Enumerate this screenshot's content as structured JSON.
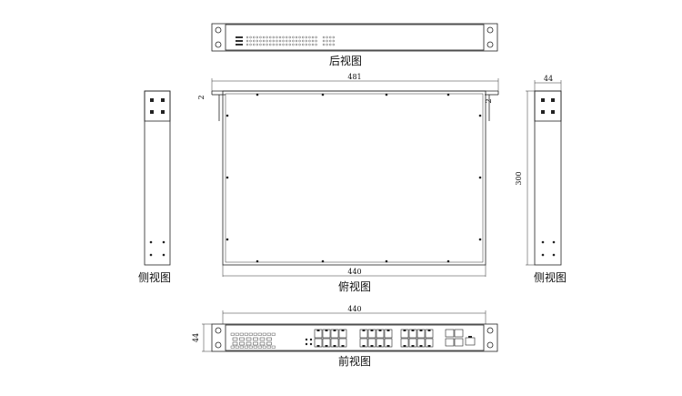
{
  "views": {
    "rear": {
      "title": "后视图"
    },
    "top": {
      "title": "俯视图",
      "dim_top": "481",
      "dim_bottom": "440",
      "dim_left": "2",
      "dim_right": "2"
    },
    "side_left": {
      "title": "侧视图"
    },
    "side_right": {
      "title": "侧视图",
      "dim_top": "44",
      "dim_height": "300"
    },
    "front": {
      "title": "前视图",
      "dim_top": "440",
      "dim_left": "44"
    }
  },
  "icons": [
    "mounting-ear-hole-icon",
    "rj45-port-icon",
    "screw-dot-icon"
  ]
}
